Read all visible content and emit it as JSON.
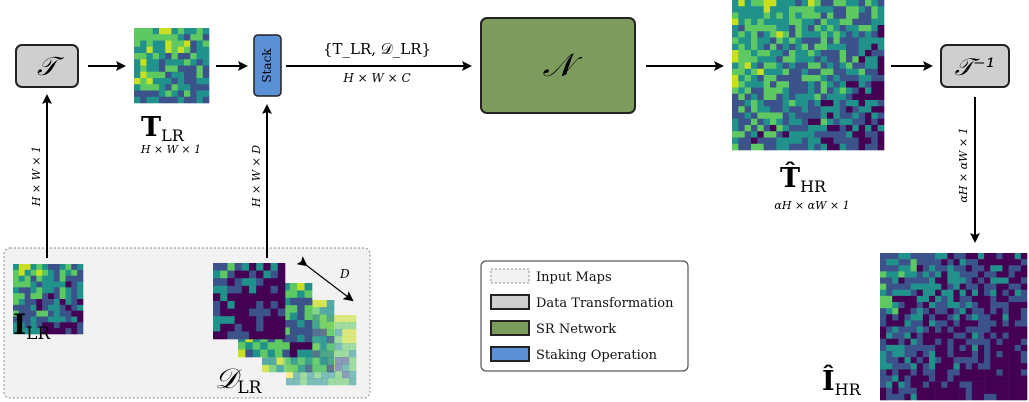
{
  "colors": {
    "transform_fill": "#cfcfcf",
    "network_fill": "#7c9b5d",
    "stack_fill": "#5b8fd6",
    "input_bg": "#f2f2f2",
    "stroke": "#222222",
    "map_palette": [
      "#440154",
      "#3b528b",
      "#21918c",
      "#5ec962",
      "#c8e021",
      "#fde725"
    ]
  },
  "nodes": {
    "transform": "𝒯",
    "inverse_transform": "𝒯⁻¹",
    "network": "𝒩",
    "stack": "Stack"
  },
  "labels": {
    "t_lr": {
      "main": "T",
      "sub": "LR",
      "dims": "H × W × 1"
    },
    "t_hr": {
      "main": "T̂",
      "sub": "HR",
      "dims": "αH × αW × 1"
    },
    "i_lr": {
      "main": "I",
      "sub": "LR"
    },
    "d_lr": {
      "main": "𝒟",
      "sub": "LR",
      "depth": "D"
    },
    "i_hr": {
      "main": "Î",
      "sub": "HR"
    },
    "stack_output": {
      "set": "{T_LR, 𝒟_LR}",
      "dims": "H × W × C"
    },
    "i_lr_up": "H × W × 1",
    "d_lr_up": "H × W × D",
    "inverse_down": "αH × αW × 1"
  },
  "legend": {
    "items": [
      {
        "label": "Input Maps",
        "icon": "input-swatch"
      },
      {
        "label": "Data Transformation",
        "icon": "transform-swatch"
      },
      {
        "label": "SR Network",
        "icon": "network-swatch"
      },
      {
        "label": "Staking Operation",
        "icon": "stack-swatch"
      }
    ]
  }
}
